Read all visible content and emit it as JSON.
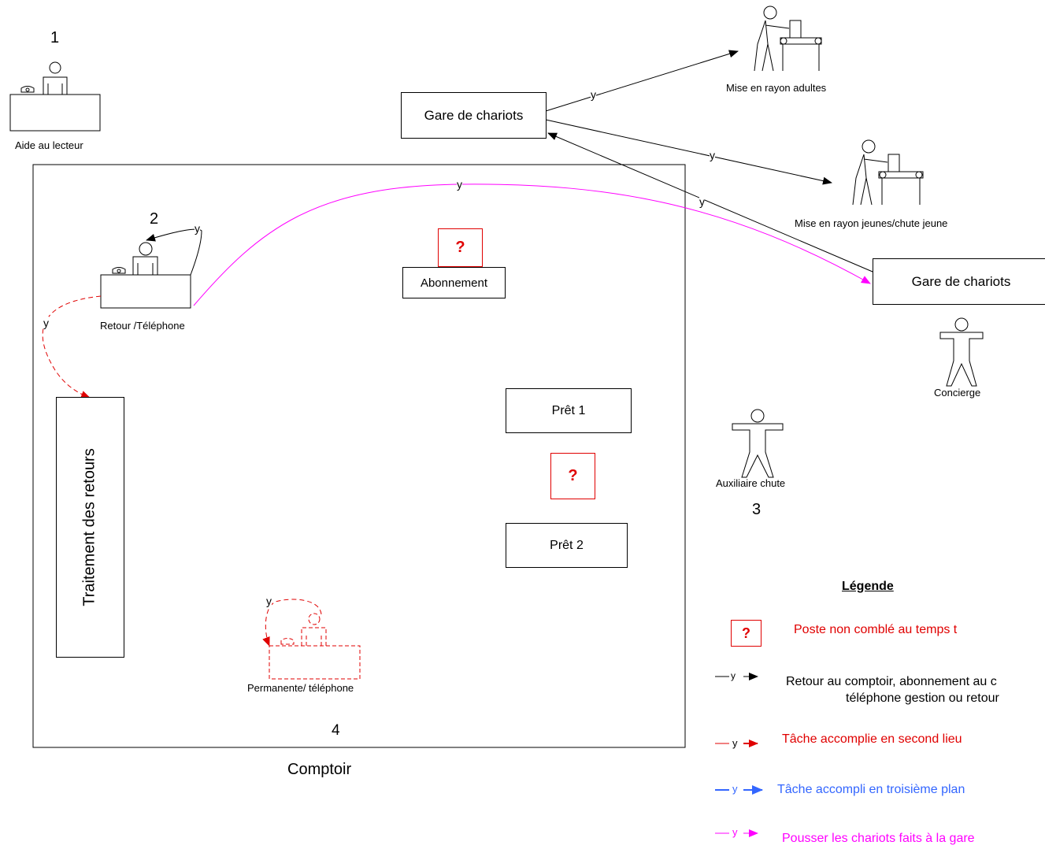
{
  "colors": {
    "black": "#000000",
    "red": "#e00000",
    "blue": "#3366ff",
    "magenta": "#ff00ff"
  },
  "stations": {
    "n1": "1",
    "n2": "2",
    "n3": "3",
    "n4": "4",
    "aide": "Aide au lecteur",
    "retour": "Retour /Téléphone",
    "abonnement": "Abonnement",
    "pret1": "Prêt 1",
    "pret2": "Prêt 2",
    "traitement": "Traitement des retours",
    "permanente": "Permanente/ téléphone",
    "comptoir": "Comptoir",
    "gare_top": "Gare de chariots",
    "gare_right": "Gare de chariots",
    "rayon_adultes": "Mise en rayon adultes",
    "rayon_jeunes": "Mise en rayon jeunes/chute jeune",
    "concierge": "Concierge",
    "auxiliaire": "Auxiliaire chute",
    "question": "?",
    "arrow_y": "y"
  },
  "legend": {
    "title": "Légende",
    "q_mark": "?",
    "unfilled": "Poste non comblé au temps t",
    "black_line1": "Retour au comptoir, abonnement au c",
    "black_line2": "téléphone gestion ou retour",
    "red": "Tâche accomplie en second lieu",
    "blue": "Tâche accompli en troisième plan",
    "magenta": "Pousser les chariots faits à la gare"
  }
}
